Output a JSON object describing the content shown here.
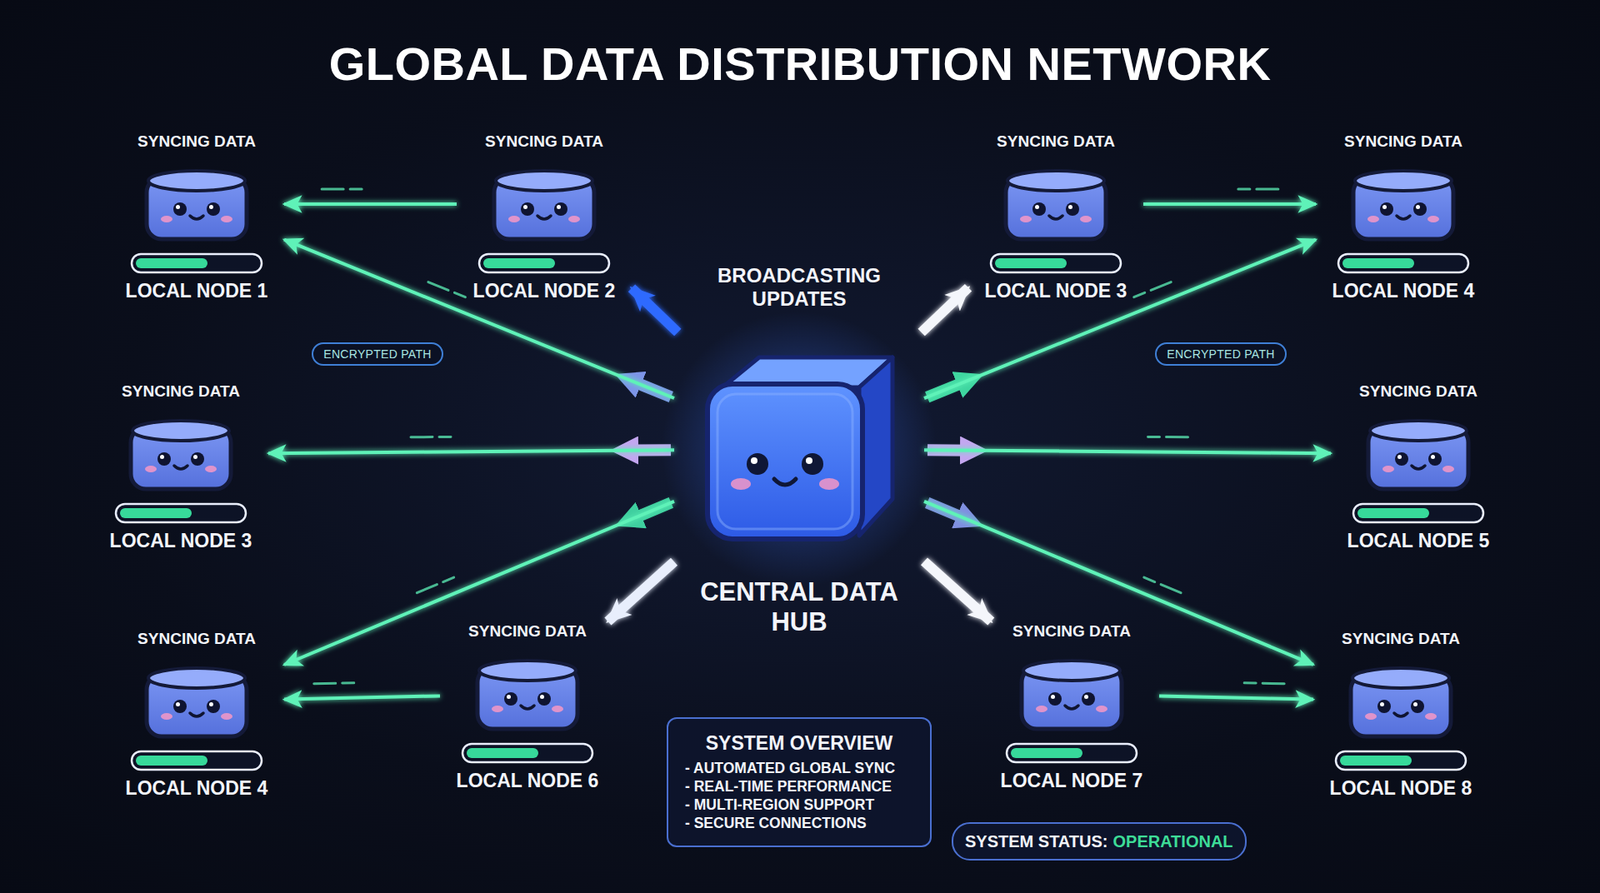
{
  "diagram": {
    "title": "GLOBAL DATA DISTRIBUTION NETWORK",
    "nodes": [
      {
        "text": [
          "CENTRAL DATA HUB"
        ]
      },
      {
        "text": [
          "SYNCING DATA",
          "LOCAL NODE 1"
        ]
      },
      {
        "text": [
          "SYNCING DATA",
          "LOCAL NODE 2"
        ]
      },
      {
        "text": [
          "SYNCING DATA",
          "LOCAL NODE 3"
        ]
      },
      {
        "text": [
          "SYNCING DATA",
          "LOCAL NODE 4"
        ]
      },
      {
        "text": [
          "ENCRYPTED PATH"
        ]
      },
      {
        "text": [
          "ENCRYPTED PATH"
        ]
      },
      {
        "text": [
          "SYNCING DATA",
          "LOCAL NODE 3"
        ]
      },
      {
        "text": [
          "SYNCING DATA",
          "LOCAL NODE 5"
        ]
      },
      {
        "text": [
          "SYNCING DATA",
          "LOCAL NODE 4"
        ]
      },
      {
        "text": [
          "SYNCING DATA",
          "LOCAL NODE 6"
        ]
      },
      {
        "text": [
          "SYNCING DATA",
          "LOCAL NODE 7"
        ]
      },
      {
        "text": [
          "SYNCING DATA",
          "LOCAL NODE 8"
        ]
      },
      {
        "text": [
          "SYSTEM OVERVIEW",
          "- AUTOMATED GLOBAL SYNC",
          "- REAL-TIME PERFORMANCE",
          "- MULTI-REGION SUPPORT",
          "- SECURE CONNECTIONS"
        ]
      },
      {
        "text": [
          "SYSTEM STATUS:",
          "OPERATIONAL"
        ]
      }
    ],
    "edges": [
      {
        "from": 0,
        "to": 1,
        "arrow": "to"
      },
      {
        "from": 0,
        "to": 2,
        "arrow": "to"
      },
      {
        "from": 0,
        "to": 3,
        "arrow": "to"
      },
      {
        "from": 0,
        "to": 4,
        "arrow": "to"
      },
      {
        "from": 0,
        "to": 7,
        "arrow": "to"
      },
      {
        "from": 0,
        "to": 8,
        "arrow": "to"
      },
      {
        "from": 0,
        "to": 9,
        "arrow": "to"
      },
      {
        "from": 0,
        "to": 10,
        "arrow": "to"
      },
      {
        "from": 0,
        "to": 11,
        "arrow": "to"
      },
      {
        "from": 0,
        "to": 12,
        "arrow": "to"
      },
      {
        "from": 2,
        "to": 1,
        "arrow": "to"
      },
      {
        "from": 3,
        "to": 4,
        "arrow": "to"
      },
      {
        "from": 10,
        "to": 9,
        "arrow": "to"
      },
      {
        "from": 11,
        "to": 12,
        "arrow": "to"
      }
    ],
    "labels": [
      "BROADCASTING UPDATES"
    ]
  }
}
